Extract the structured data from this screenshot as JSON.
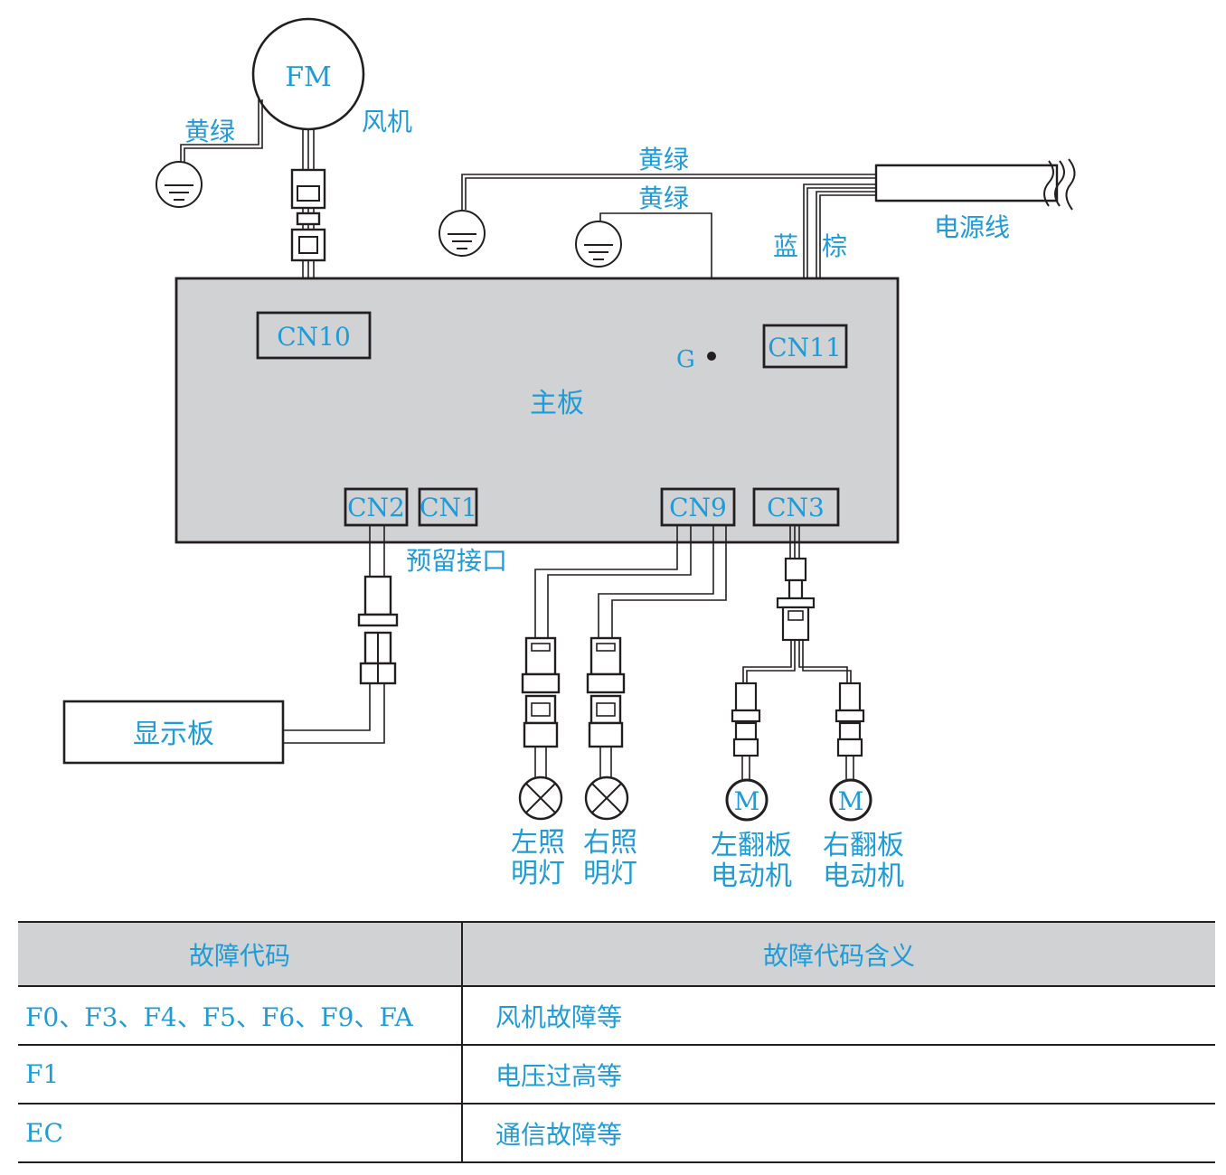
{
  "diagram": {
    "fan_symbol": "FM",
    "fan_label": "风机",
    "ground_wire_fan": "黄绿",
    "ground_wire_power": "黄绿",
    "ground_wire_board": "黄绿",
    "power_cord_label": "电源线",
    "wire_blue": "蓝",
    "wire_brown": "棕",
    "main_board_label": "主板",
    "ground_point_label": "G",
    "connectors": {
      "cn10": "CN10",
      "cn11": "CN11",
      "cn2": "CN2",
      "cn1": "CN1",
      "cn9": "CN9",
      "cn3": "CN3"
    },
    "reserved_port_label": "预留接口",
    "display_board_label": "显示板",
    "left_lamp_line1": "左照",
    "left_lamp_line2": "明灯",
    "right_lamp_line1": "右照",
    "right_lamp_line2": "明灯",
    "motor_symbol": "M",
    "left_motor_line1": "左翻板",
    "left_motor_line2": "电动机",
    "right_motor_line1": "右翻板",
    "right_motor_line2": "电动机"
  },
  "fault_table": {
    "headers": [
      "故障代码",
      "故障代码含义"
    ],
    "rows": [
      {
        "code": "F0、F3、F4、F5、F6、F9、FA",
        "meaning": "风机故障等"
      },
      {
        "code": "F1",
        "meaning": "电压过高等"
      },
      {
        "code": "EC",
        "meaning": "通信故障等"
      }
    ]
  },
  "colors": {
    "label_blue": "#1f9bd7",
    "board_fill": "#d1d2d4",
    "line": "#231f20"
  }
}
